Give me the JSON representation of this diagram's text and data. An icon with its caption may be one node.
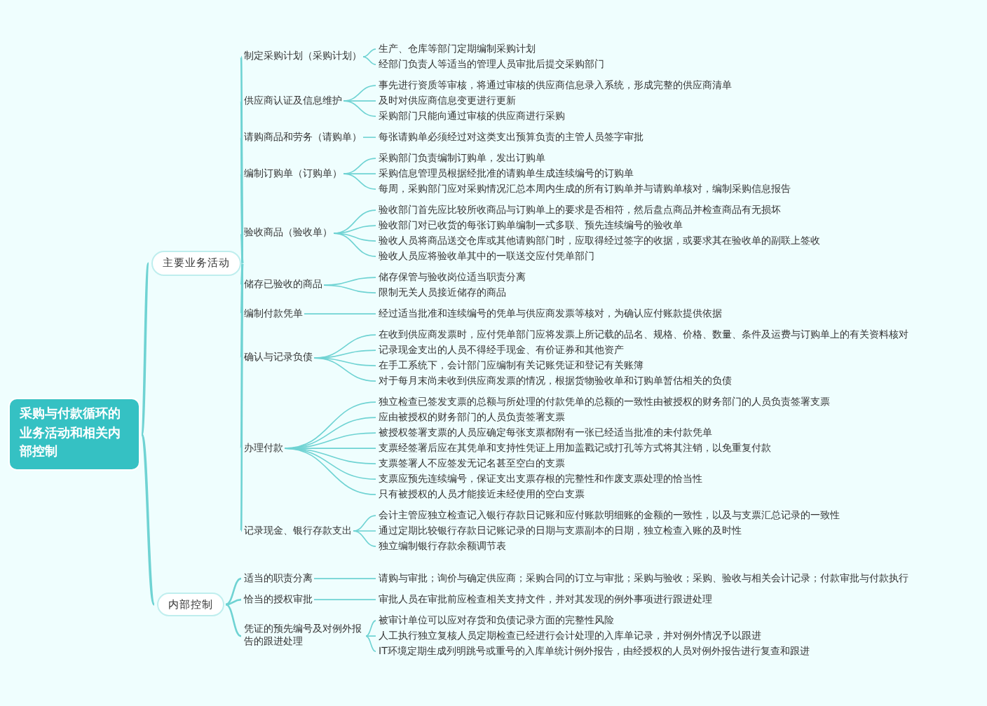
{
  "diagram": {
    "nodes": [
      {
        "text": [
          "采购与付款循环的业务活动和相关内部控制"
        ]
      },
      {
        "text": [
          "主要业务活动"
        ]
      },
      {
        "text": [
          "制定采购计划（采购计划）"
        ]
      },
      {
        "text": [
          "生产、仓库等部门定期编制采购计划"
        ]
      },
      {
        "text": [
          "经部门负责人等适当的管理人员审批后提交采购部门"
        ]
      },
      {
        "text": [
          "供应商认证及信息维护"
        ]
      },
      {
        "text": [
          "事先进行资质等审核，将通过审核的供应商信息录入系统，形成完整的供应商清单"
        ]
      },
      {
        "text": [
          "及时对供应商信息变更进行更新"
        ]
      },
      {
        "text": [
          "采购部门只能向通过审核的供应商进行采购"
        ]
      },
      {
        "text": [
          "请购商品和劳务（请购单）"
        ]
      },
      {
        "text": [
          "每张请购单必须经过对这类支出预算负责的主管人员签字审批"
        ]
      },
      {
        "text": [
          "编制订购单（订购单）"
        ]
      },
      {
        "text": [
          "采购部门负责编制订购单，发出订购单"
        ]
      },
      {
        "text": [
          "采购信息管理员根据经批准的请购单生成连续编号的订购单"
        ]
      },
      {
        "text": [
          "每周，采购部门应对采购情况汇总本周内生成的所有订购单并与请购单核对，编制采购信息报告"
        ]
      },
      {
        "text": [
          "验收商品（验收单）"
        ]
      },
      {
        "text": [
          "验收部门首先应比较所收商品与订购单上的要求是否相符，然后盘点商品并检查商品有无损坏"
        ]
      },
      {
        "text": [
          "验收部门对已收货的每张订购单编制一式多联、预先连续编号的验收单"
        ]
      },
      {
        "text": [
          "验收人员将商品送交仓库或其他请购部门时，应取得经过签字的收据，或要求其在验收单的副联上签收"
        ]
      },
      {
        "text": [
          "验收人员应将验收单其中的一联送交应付凭单部门"
        ]
      },
      {
        "text": [
          "储存已验收的商品"
        ]
      },
      {
        "text": [
          "储存保管与验收岗位适当职责分离"
        ]
      },
      {
        "text": [
          "限制无关人员接近储存的商品"
        ]
      },
      {
        "text": [
          "编制付款凭单"
        ]
      },
      {
        "text": [
          "经过适当批准和连续编号的凭单与供应商发票等核对，为确认应付账款提供依据"
        ]
      },
      {
        "text": [
          "确认与记录负债"
        ]
      },
      {
        "text": [
          "在收到供应商发票时，应付凭单部门应将发票上所记载的品名、规格、价格、数量、条件及运费与订购单上的有关资料核对"
        ]
      },
      {
        "text": [
          "记录现金支出的人员不得经手现金、有价证券和其他资产"
        ]
      },
      {
        "text": [
          "在手工系统下，会计部门应编制有关记账凭证和登记有关账簿"
        ]
      },
      {
        "text": [
          "对于每月末尚未收到供应商发票的情况，根据货物验收单和订购单暂估相关的负债"
        ]
      },
      {
        "text": [
          "办理付款"
        ]
      },
      {
        "text": [
          "独立检查已签发支票的总额与所处理的付款凭单的总额的一致性由被授权的财务部门的人员负责签署支票"
        ]
      },
      {
        "text": [
          "应由被授权的财务部门的人员负责签署支票"
        ]
      },
      {
        "text": [
          "被授权签署支票的人员应确定每张支票都附有一张已经适当批准的未付款凭单"
        ]
      },
      {
        "text": [
          "支票经签署后应在其凭单和支持性凭证上用加盖戳记或打孔等方式将其注销，以免重复付款"
        ]
      },
      {
        "text": [
          "支票签署人不应签发无记名甚至空白的支票"
        ]
      },
      {
        "text": [
          "支票应预先连续编号，保证支出支票存根的完整性和作废支票处理的恰当性"
        ]
      },
      {
        "text": [
          "只有被授权的人员才能接近未经使用的空白支票"
        ]
      },
      {
        "text": [
          "记录现金、银行存款支出"
        ]
      },
      {
        "text": [
          "会计主管应独立检查记入银行存款日记账和应付账款明细账的金额的一致性，以及与支票汇总记录的一致性"
        ]
      },
      {
        "text": [
          "通过定期比较银行存款日记账记录的日期与支票副本的日期，独立检查入账的及时性"
        ]
      },
      {
        "text": [
          "独立编制银行存款余额调节表"
        ]
      },
      {
        "text": [
          "内部控制"
        ]
      },
      {
        "text": [
          "适当的职责分离"
        ]
      },
      {
        "text": [
          "请购与审批；询价与确定供应商；采购合同的订立与审批；采购与验收；采购、验收与相关会计记录；付款审批与付款执行"
        ]
      },
      {
        "text": [
          "恰当的授权审批"
        ]
      },
      {
        "text": [
          "审批人员在审批前应检查相关支持文件，并对其发现的例外事项进行跟进处理"
        ]
      },
      {
        "text": [
          "凭证的预先编号及对例外报告的跟进处理"
        ]
      },
      {
        "text": [
          "被审计单位可以应对存货和负债记录方面的完整性风险"
        ]
      },
      {
        "text": [
          "人工执行独立复核人员定期检查已经进行会计处理的入库单记录，并对例外情况予以跟进"
        ]
      },
      {
        "text": [
          "IT环境定期生成列明跳号或重号的入库单统计例外报告，由经授权的人员对例外报告进行复查和跟进"
        ]
      }
    ],
    "edges": [
      {
        "from": 0,
        "to": 1,
        "arrow": "none"
      },
      {
        "from": 0,
        "to": 42,
        "arrow": "none"
      },
      {
        "from": 1,
        "to": 2,
        "arrow": "none"
      },
      {
        "from": 2,
        "to": 3,
        "arrow": "none"
      },
      {
        "from": 2,
        "to": 4,
        "arrow": "none"
      },
      {
        "from": 1,
        "to": 5,
        "arrow": "none"
      },
      {
        "from": 5,
        "to": 6,
        "arrow": "none"
      },
      {
        "from": 5,
        "to": 7,
        "arrow": "none"
      },
      {
        "from": 5,
        "to": 8,
        "arrow": "none"
      },
      {
        "from": 1,
        "to": 9,
        "arrow": "none"
      },
      {
        "from": 9,
        "to": 10,
        "arrow": "none"
      },
      {
        "from": 1,
        "to": 11,
        "arrow": "none"
      },
      {
        "from": 11,
        "to": 12,
        "arrow": "none"
      },
      {
        "from": 11,
        "to": 13,
        "arrow": "none"
      },
      {
        "from": 11,
        "to": 14,
        "arrow": "none"
      },
      {
        "from": 1,
        "to": 15,
        "arrow": "none"
      },
      {
        "from": 15,
        "to": 16,
        "arrow": "none"
      },
      {
        "from": 15,
        "to": 17,
        "arrow": "none"
      },
      {
        "from": 15,
        "to": 18,
        "arrow": "none"
      },
      {
        "from": 15,
        "to": 19,
        "arrow": "none"
      },
      {
        "from": 1,
        "to": 20,
        "arrow": "none"
      },
      {
        "from": 20,
        "to": 21,
        "arrow": "none"
      },
      {
        "from": 20,
        "to": 22,
        "arrow": "none"
      },
      {
        "from": 1,
        "to": 23,
        "arrow": "none"
      },
      {
        "from": 23,
        "to": 24,
        "arrow": "none"
      },
      {
        "from": 1,
        "to": 25,
        "arrow": "none"
      },
      {
        "from": 25,
        "to": 26,
        "arrow": "none"
      },
      {
        "from": 25,
        "to": 27,
        "arrow": "none"
      },
      {
        "from": 25,
        "to": 28,
        "arrow": "none"
      },
      {
        "from": 25,
        "to": 29,
        "arrow": "none"
      },
      {
        "from": 1,
        "to": 30,
        "arrow": "none"
      },
      {
        "from": 30,
        "to": 31,
        "arrow": "none"
      },
      {
        "from": 30,
        "to": 32,
        "arrow": "none"
      },
      {
        "from": 30,
        "to": 33,
        "arrow": "none"
      },
      {
        "from": 30,
        "to": 34,
        "arrow": "none"
      },
      {
        "from": 30,
        "to": 35,
        "arrow": "none"
      },
      {
        "from": 30,
        "to": 36,
        "arrow": "none"
      },
      {
        "from": 30,
        "to": 37,
        "arrow": "none"
      },
      {
        "from": 1,
        "to": 38,
        "arrow": "none"
      },
      {
        "from": 38,
        "to": 39,
        "arrow": "none"
      },
      {
        "from": 38,
        "to": 40,
        "arrow": "none"
      },
      {
        "from": 38,
        "to": 41,
        "arrow": "none"
      },
      {
        "from": 42,
        "to": 43,
        "arrow": "none"
      },
      {
        "from": 43,
        "to": 44,
        "arrow": "none"
      },
      {
        "from": 42,
        "to": 45,
        "arrow": "none"
      },
      {
        "from": 45,
        "to": 46,
        "arrow": "none"
      },
      {
        "from": 42,
        "to": 47,
        "arrow": "none"
      },
      {
        "from": 47,
        "to": 48,
        "arrow": "none"
      },
      {
        "from": 47,
        "to": 49,
        "arrow": "none"
      },
      {
        "from": 47,
        "to": 50,
        "arrow": "none"
      }
    ]
  }
}
